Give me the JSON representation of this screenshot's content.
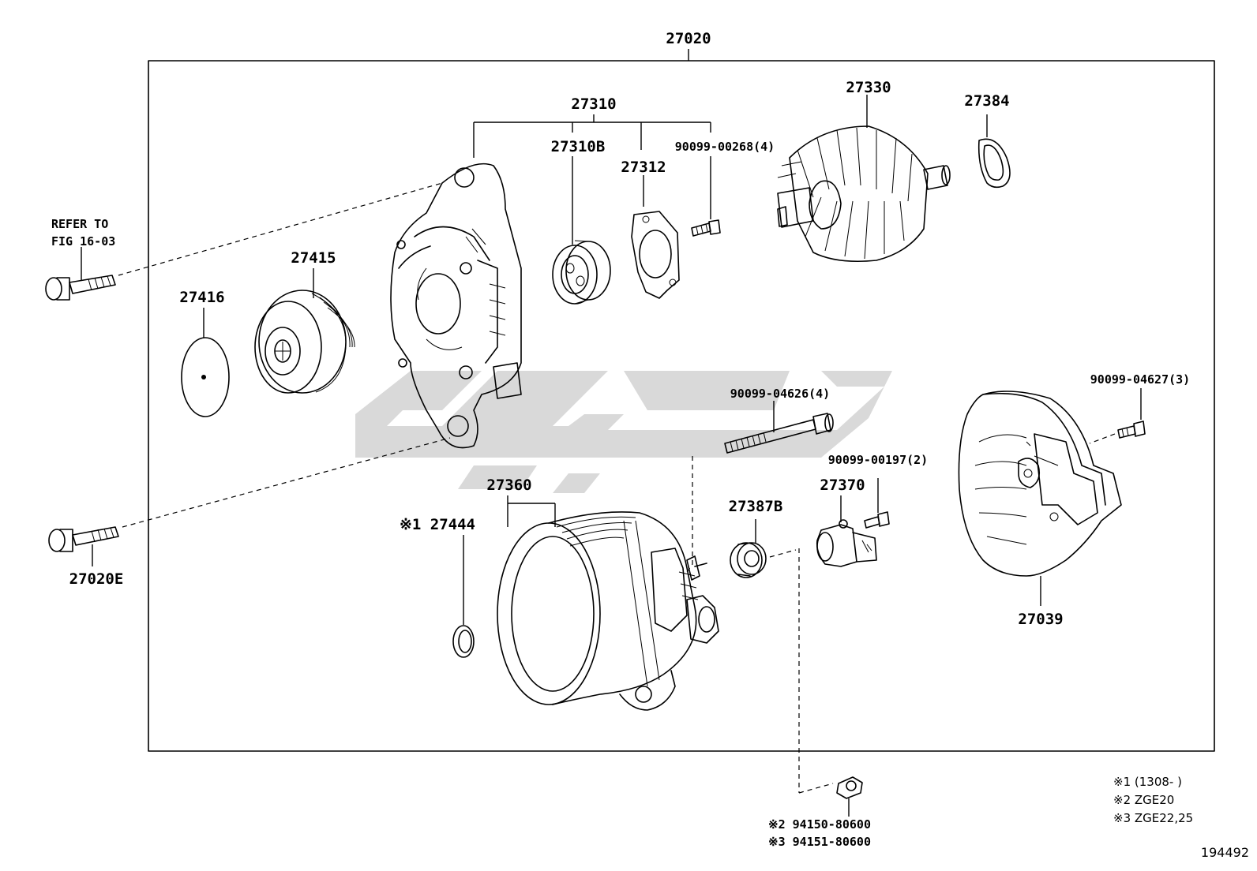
{
  "diagram": {
    "assembly_number": "27020",
    "figure_number": "194492",
    "refer_text_line1": "REFER TO",
    "refer_text_line2": "FIG 16-03",
    "callouts": {
      "c27310": "27310",
      "c27310B": "27310B",
      "c27312": "27312",
      "c90099_00268": "90099-00268(4)",
      "c27330": "27330",
      "c27384": "27384",
      "c27415": "27415",
      "c27416": "27416",
      "c27020E": "27020E",
      "c90099_04626": "90099-04626(4)",
      "c90099_04627": "90099-04627(3)",
      "c90099_00197": "90099-00197(2)",
      "c27360": "27360",
      "c27444": "※1 27444",
      "c27387B": "27387B",
      "c27370": "27370",
      "c27039": "27039",
      "c94150": "※2 94150-80600",
      "c94151": "※3 94151-80600"
    },
    "notes": [
      "※1 (1308-      )",
      "※2 ZGE20",
      "※3 ZGE22,25"
    ]
  },
  "colors": {
    "line": "#000000",
    "background": "#ffffff",
    "watermark": "#d9d9d9"
  }
}
